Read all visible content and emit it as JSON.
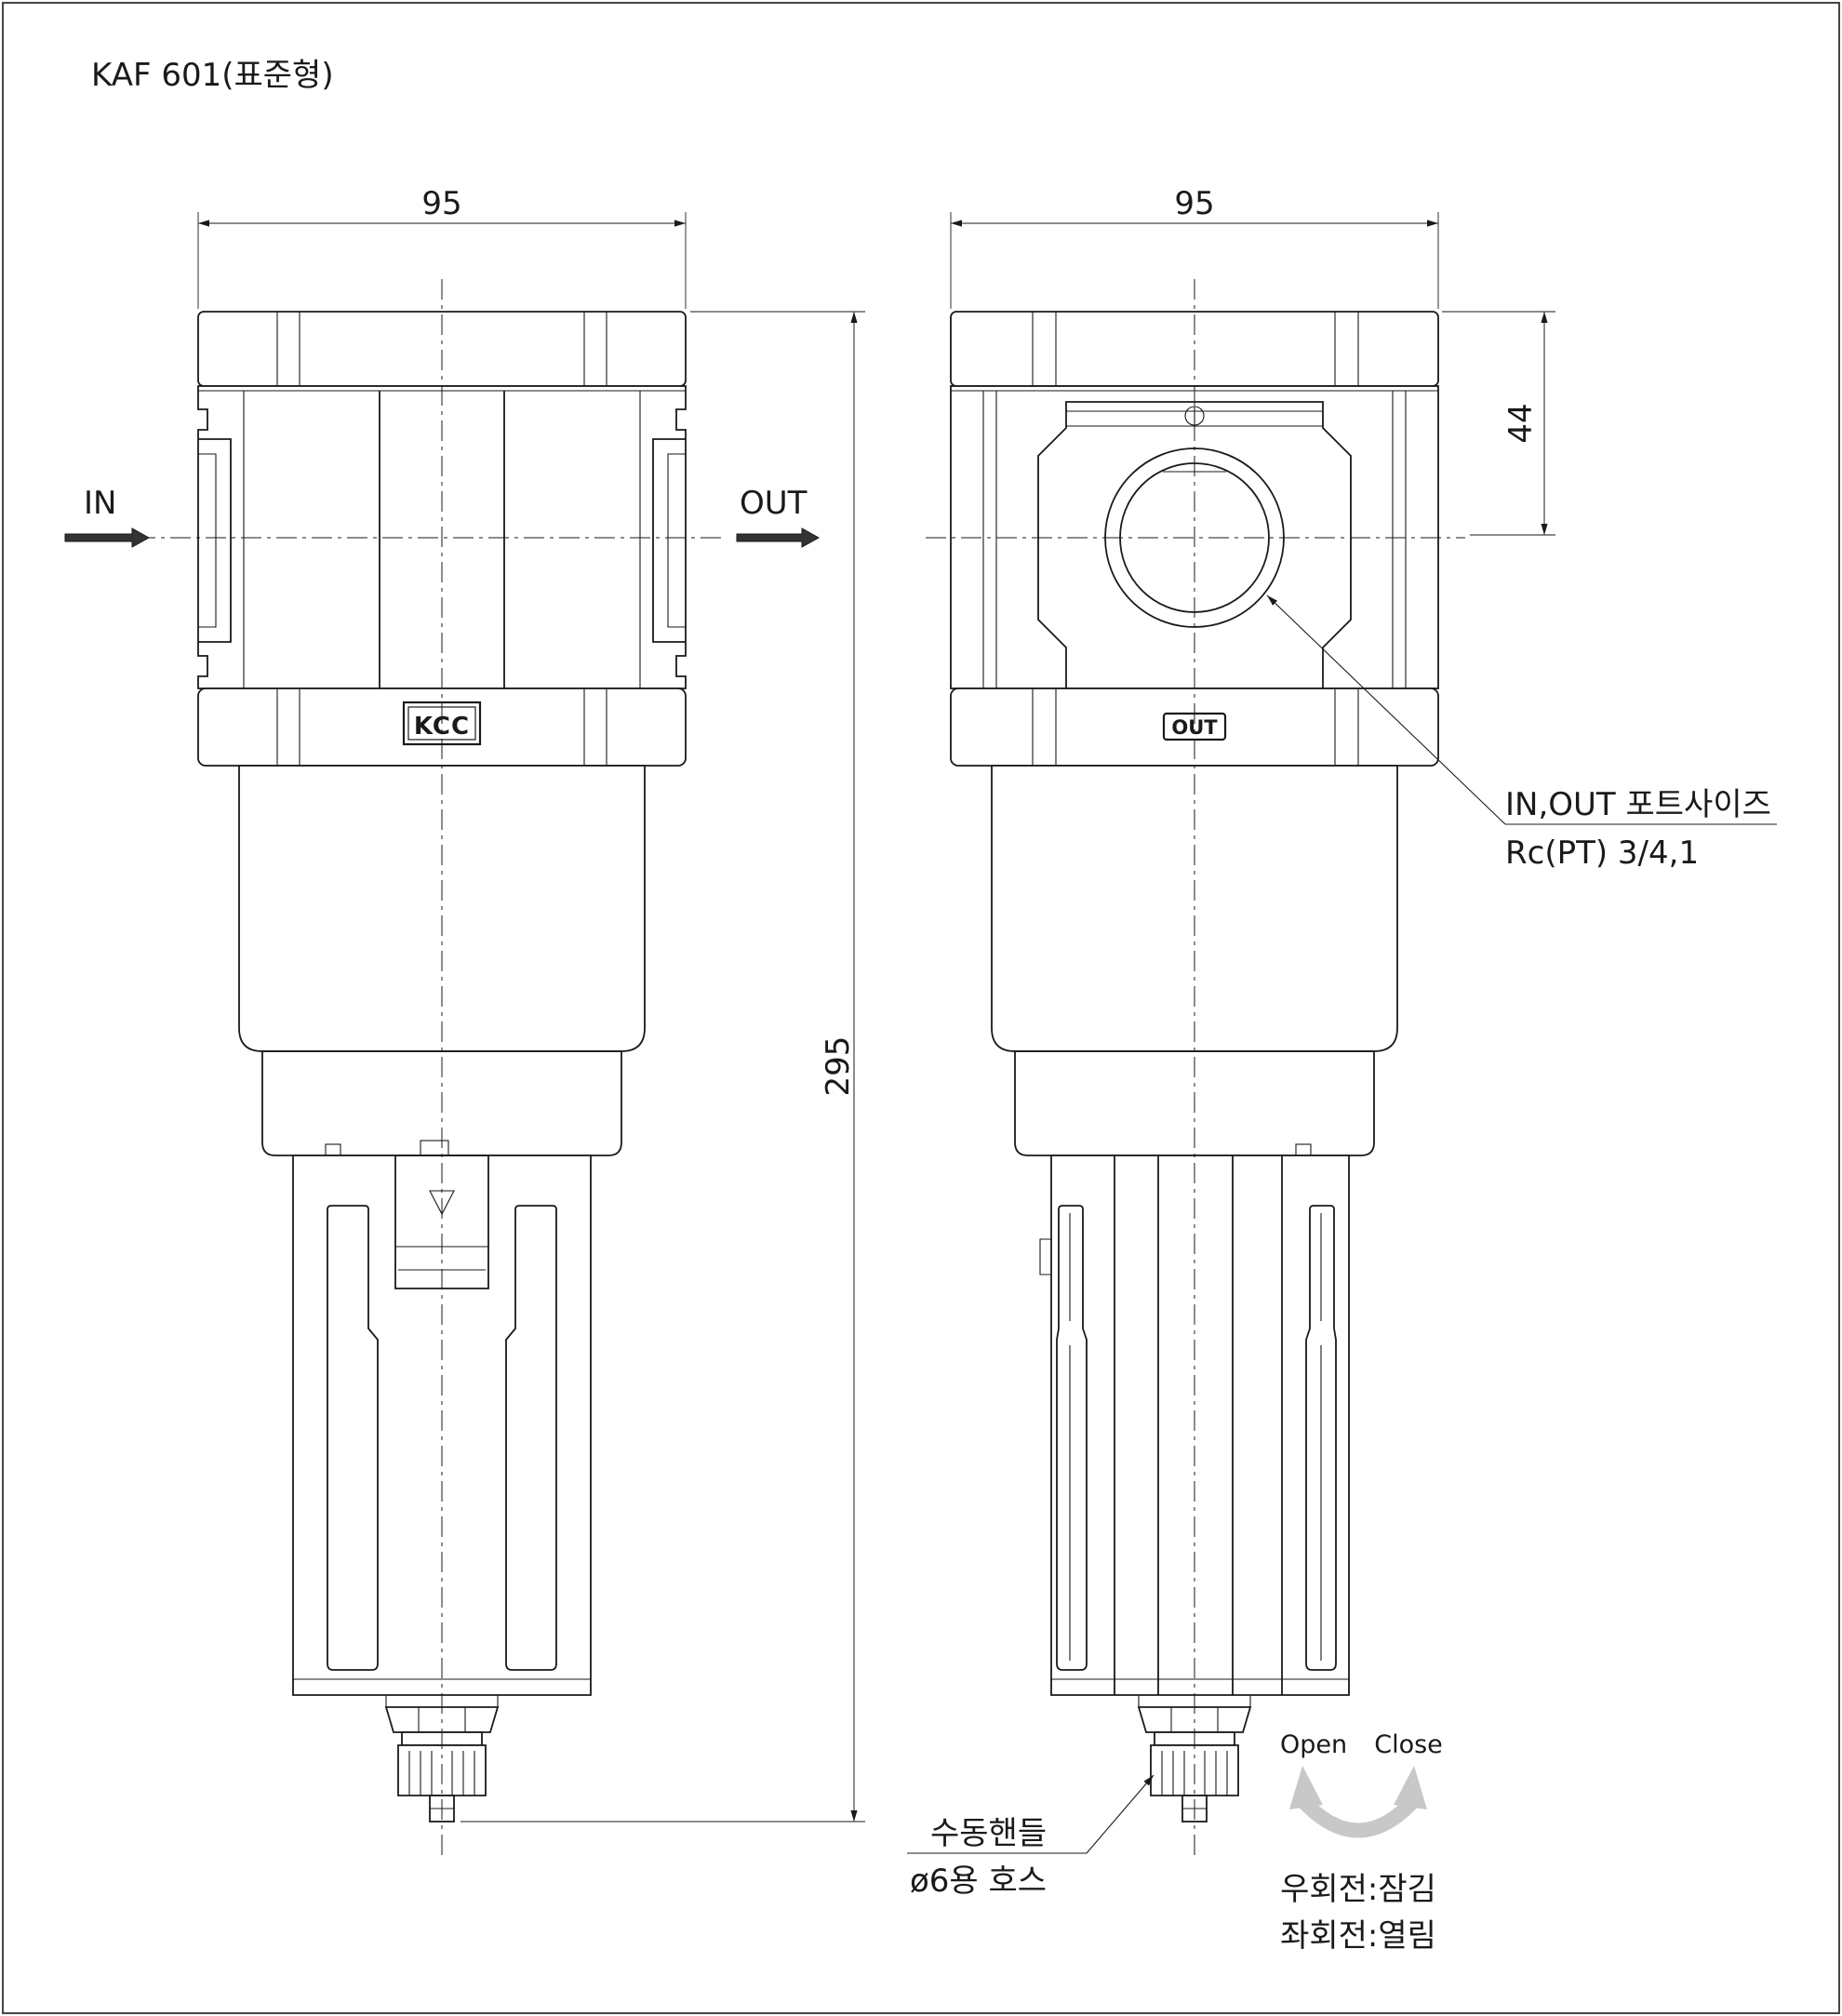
{
  "title": "KAF 601(표준형)",
  "dimensions": {
    "width_front": "95",
    "width_side": "95",
    "height_total": "295",
    "port_height": "44"
  },
  "flow": {
    "inlet": "IN",
    "outlet": "OUT"
  },
  "port_callout": {
    "line1": "IN,OUT 포트사이즈",
    "line2": "Rc(PT) 3/4,1"
  },
  "drain_callout": {
    "line1": "수동핸들",
    "line2": "ø6용 호스"
  },
  "rotation": {
    "open_label": "Open",
    "close_label": "Close",
    "clockwise_note": "우회전:잠김",
    "counterclockwise_note": "좌회전:열림"
  },
  "badges": {
    "front_logo": "KCC",
    "side_port": "OUT"
  },
  "colors": {
    "line": "#1a1a1a",
    "arrow_fill": "#333333",
    "rotation_arrow": "#c8c8c8",
    "background": "#ffffff"
  }
}
